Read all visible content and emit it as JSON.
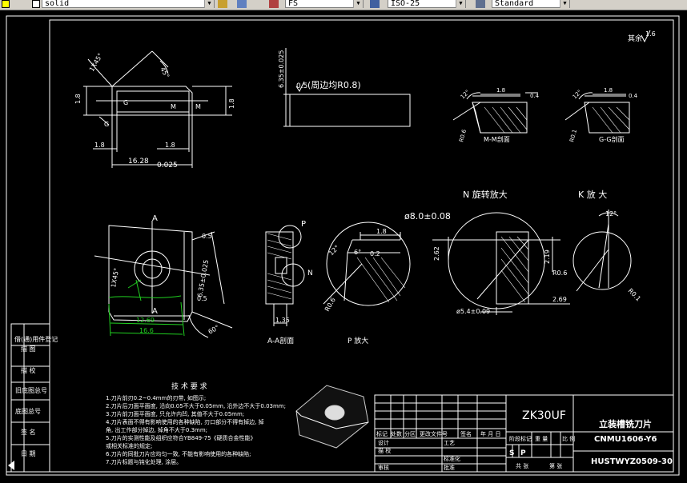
{
  "toolbar": {
    "linetype": "solid",
    "plotstyle": "FS",
    "scale": "ISO-25",
    "style": "Standard"
  },
  "title_block": {
    "company": "ZK30UF",
    "part_name": "立装槽铣刀片",
    "part_code": "CNMU1606-Y6",
    "drawing_no": "HUSTWYZ0509-30",
    "sp1": "S",
    "sp2": "P",
    "hdr_stage": "阶段标记",
    "hdr_weight": "重 量",
    "hdr_scale": "比 例",
    "row_mark": "标记",
    "row_count": "处数",
    "row_zone": "分区",
    "row_change": "更改文件号",
    "row_sign": "签名",
    "row_date": "年 月 日",
    "design": "设计",
    "standardize": "标准化",
    "review": "审核",
    "process": "工艺",
    "approve": "批准",
    "sheets_total": "共  张",
    "sheet_no": "第  张"
  },
  "left_block": [
    "借(通)用件登记",
    "描 图",
    "描 校",
    "旧底图总号",
    "底图总号",
    "签 名",
    "日 期"
  ],
  "roughness_other": "其余",
  "tech_title": "技 术 要 求",
  "tech_lines": [
    "1.刀片前刃0.2~0.4mm的刃带, 如图示;",
    "2.刀片后刀面平面度, 沿向0.05不大于0.05mm, 沿外边不大于0.03mm;",
    "3.刀片前刀面平面度, 只允许内凹, 其值不大于0.05mm;",
    "4.刀片表面不得有影响使用的各种缺陷, 刃口部分不得有掉边, 掉",
    "   角, 出工作部分掉边, 掉角不大于0.3mm;",
    "5.刀片的实测性能及组织应符合YB849-75《硬质合金性能》",
    "   或相关标准的规定;",
    "6.刀片的同批刀片应均匀一致, 不能有影响使用的各种缺陷;",
    "7.刀片标题与钝化处理, 涂层。"
  ],
  "view_labels": {
    "n_zoom": "N 旋转放大",
    "k_zoom": "K 放 大",
    "aa_section": "A-A剖面",
    "p_zoom": "P 放大",
    "mm_section": "M-M剖面",
    "gg_section": "G-G剖面",
    "radius_note": "(周边均R0.8)"
  },
  "dims": {
    "d_top_len": "16.28",
    "d_1_8a": "1.8",
    "d_1_8b": "1.8",
    "d_side": "1.8",
    "d_tol": "0.025",
    "d_45": "45°",
    "d_1x45": "1X45°",
    "d_thick": "6.35±0.025",
    "d_diam": "ø8.0±0.08",
    "d_diam_small": "ø5.4±0.09",
    "d_2_69": "2.69",
    "d_2_19": "2.19",
    "d_2_62": "2.62",
    "d_0_4": "0.4",
    "d_12": "12°",
    "d_12_69": "12.69",
    "d_16_6": "16.6",
    "d_60": "60°",
    "d_1_35": "1.35",
    "d_0_5": "0.5",
    "d_0_2": "0.2",
    "d_r0_6": "R0.6",
    "d_r0_1": "R0.1",
    "d_6": "6°",
    "d_1_8c": "1.8"
  },
  "labels": {
    "A": "A",
    "P": "P",
    "N": "N",
    "M": "M",
    "G": "G"
  }
}
